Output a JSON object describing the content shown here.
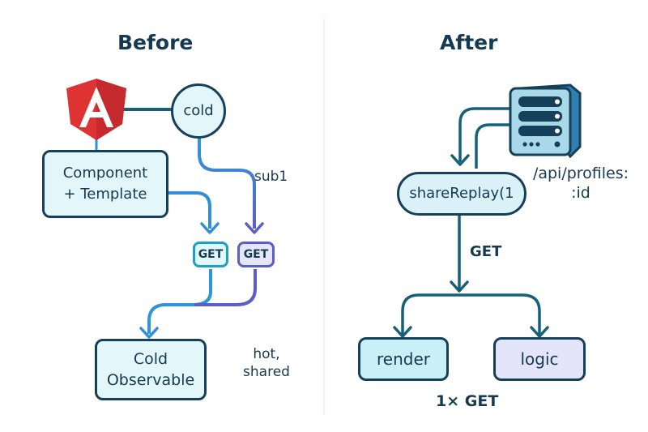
{
  "before": {
    "title": "Before",
    "cold_node": "cold",
    "component_line1": "Component",
    "component_line2": "+ Template",
    "sub_label": "sub1",
    "get_1": "GET",
    "get_2": "GET",
    "observable_line1": "Cold",
    "observable_line2": "Observable",
    "hot_line1": "hot,",
    "hot_line2": "shared",
    "logo_icon": "angular-logo-icon"
  },
  "after": {
    "title": "After",
    "server_icon": "server-icon",
    "endpoint_line1": "/api/profiles:",
    "endpoint_line2": ":id",
    "share_node": "shareReplay(1",
    "get_label": "GET",
    "render_node": "render",
    "logic_node": "logic",
    "footer": "1× GET"
  },
  "colors": {
    "dark": "#16405a",
    "cyan_fill": "#e3f6fa",
    "purple_fill": "#e6e6fb",
    "blue_wire": "#2f8fd8",
    "purple_wire": "#5a5fc8",
    "teal_wire": "#16607a",
    "angular_red": "#dd3333"
  }
}
